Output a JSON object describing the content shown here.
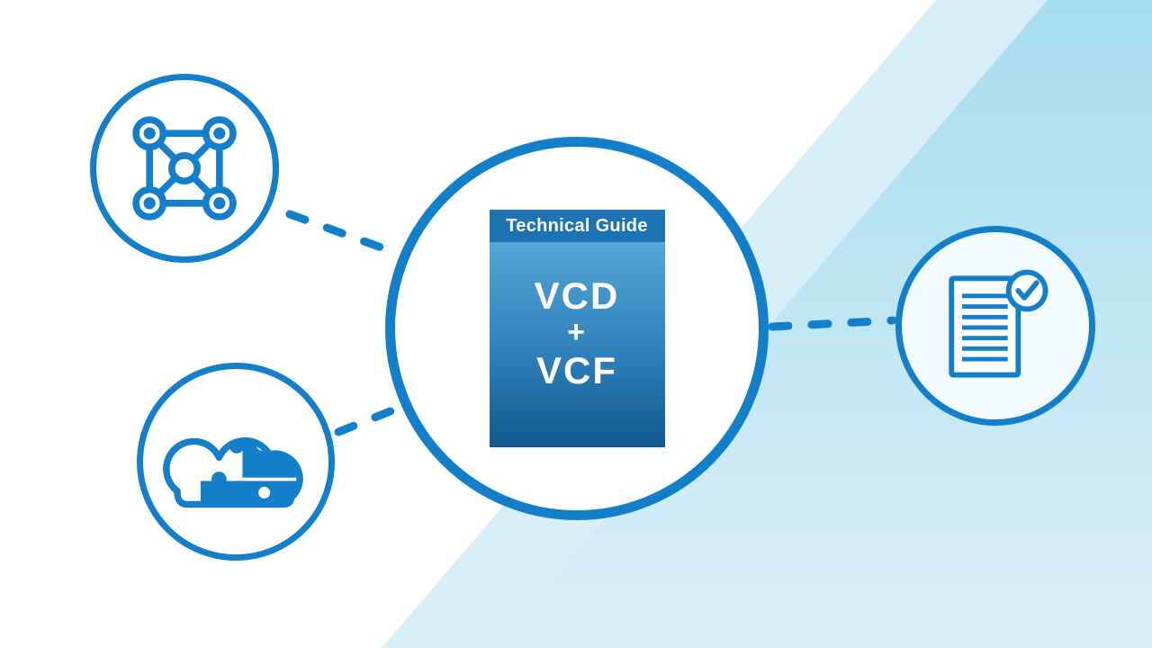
{
  "cover": {
    "header": "Technical Guide",
    "title_lines": [
      "VCD",
      "+",
      "VCF"
    ]
  },
  "colors": {
    "accent_blue": "#137fca",
    "band_light": "#d8eef8",
    "band_medium_top": "#a6dcef",
    "band_medium_bottom": "#daf0f9",
    "cover_header_bg": "#1d74b3",
    "cover_gradient_top": "#55a7d9",
    "cover_gradient_bottom": "#11598f"
  },
  "icons": [
    {
      "name": "network-cluster-icon",
      "meaning": "connected infrastructure nodes"
    },
    {
      "name": "cloud-puzzle-icon",
      "meaning": "cloud built from puzzle pieces"
    },
    {
      "name": "document-check-icon",
      "meaning": "validated document checklist"
    }
  ]
}
